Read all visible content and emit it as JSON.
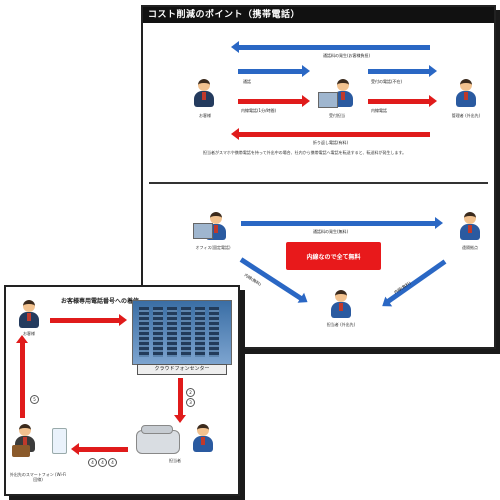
{
  "back_slide": {
    "title": "コスト削減のポイント（携帯電話）",
    "top_section": {
      "label_customer": "お客様",
      "label_attendant": "受付担当",
      "label_manager": "管理者 (外出先)",
      "arrow_top": "通話料の発生(お客様負担)",
      "arrow_mid": "通話",
      "arrow_mid2": "受付の電話(不在)",
      "arrow_bottom1": "内線電話(1分/時間)",
      "arrow_bottom2": "内線電話",
      "arrow_return": "折り返し電話(有料)",
      "note": "担当者がスマホや携帯電話を持って外出中の場合、社内から携帯電話へ電話を転送すると、転送料が発生します。"
    },
    "bottom_section": {
      "label_office": "オフィス(固定電話)",
      "label_branch": "遠隔拠点",
      "label_mobile": "担当者 (外出先)",
      "arrow_top": "通話料の発生(無料)",
      "center_box": "内線なので全て無料",
      "arrow_left": "内線(無料)",
      "arrow_right": "内線(無料)"
    }
  },
  "front_slide": {
    "label_customer": "お客様",
    "caption": "お客様専用電話番号への着信",
    "dc_label": "クラウドフォンセンター",
    "label_agent": "担当者",
    "label_smartphone": "外出先のスマートフォン (Wi-Fi回線)",
    "steps": [
      "1",
      "2",
      "3",
      "4",
      "5"
    ]
  }
}
